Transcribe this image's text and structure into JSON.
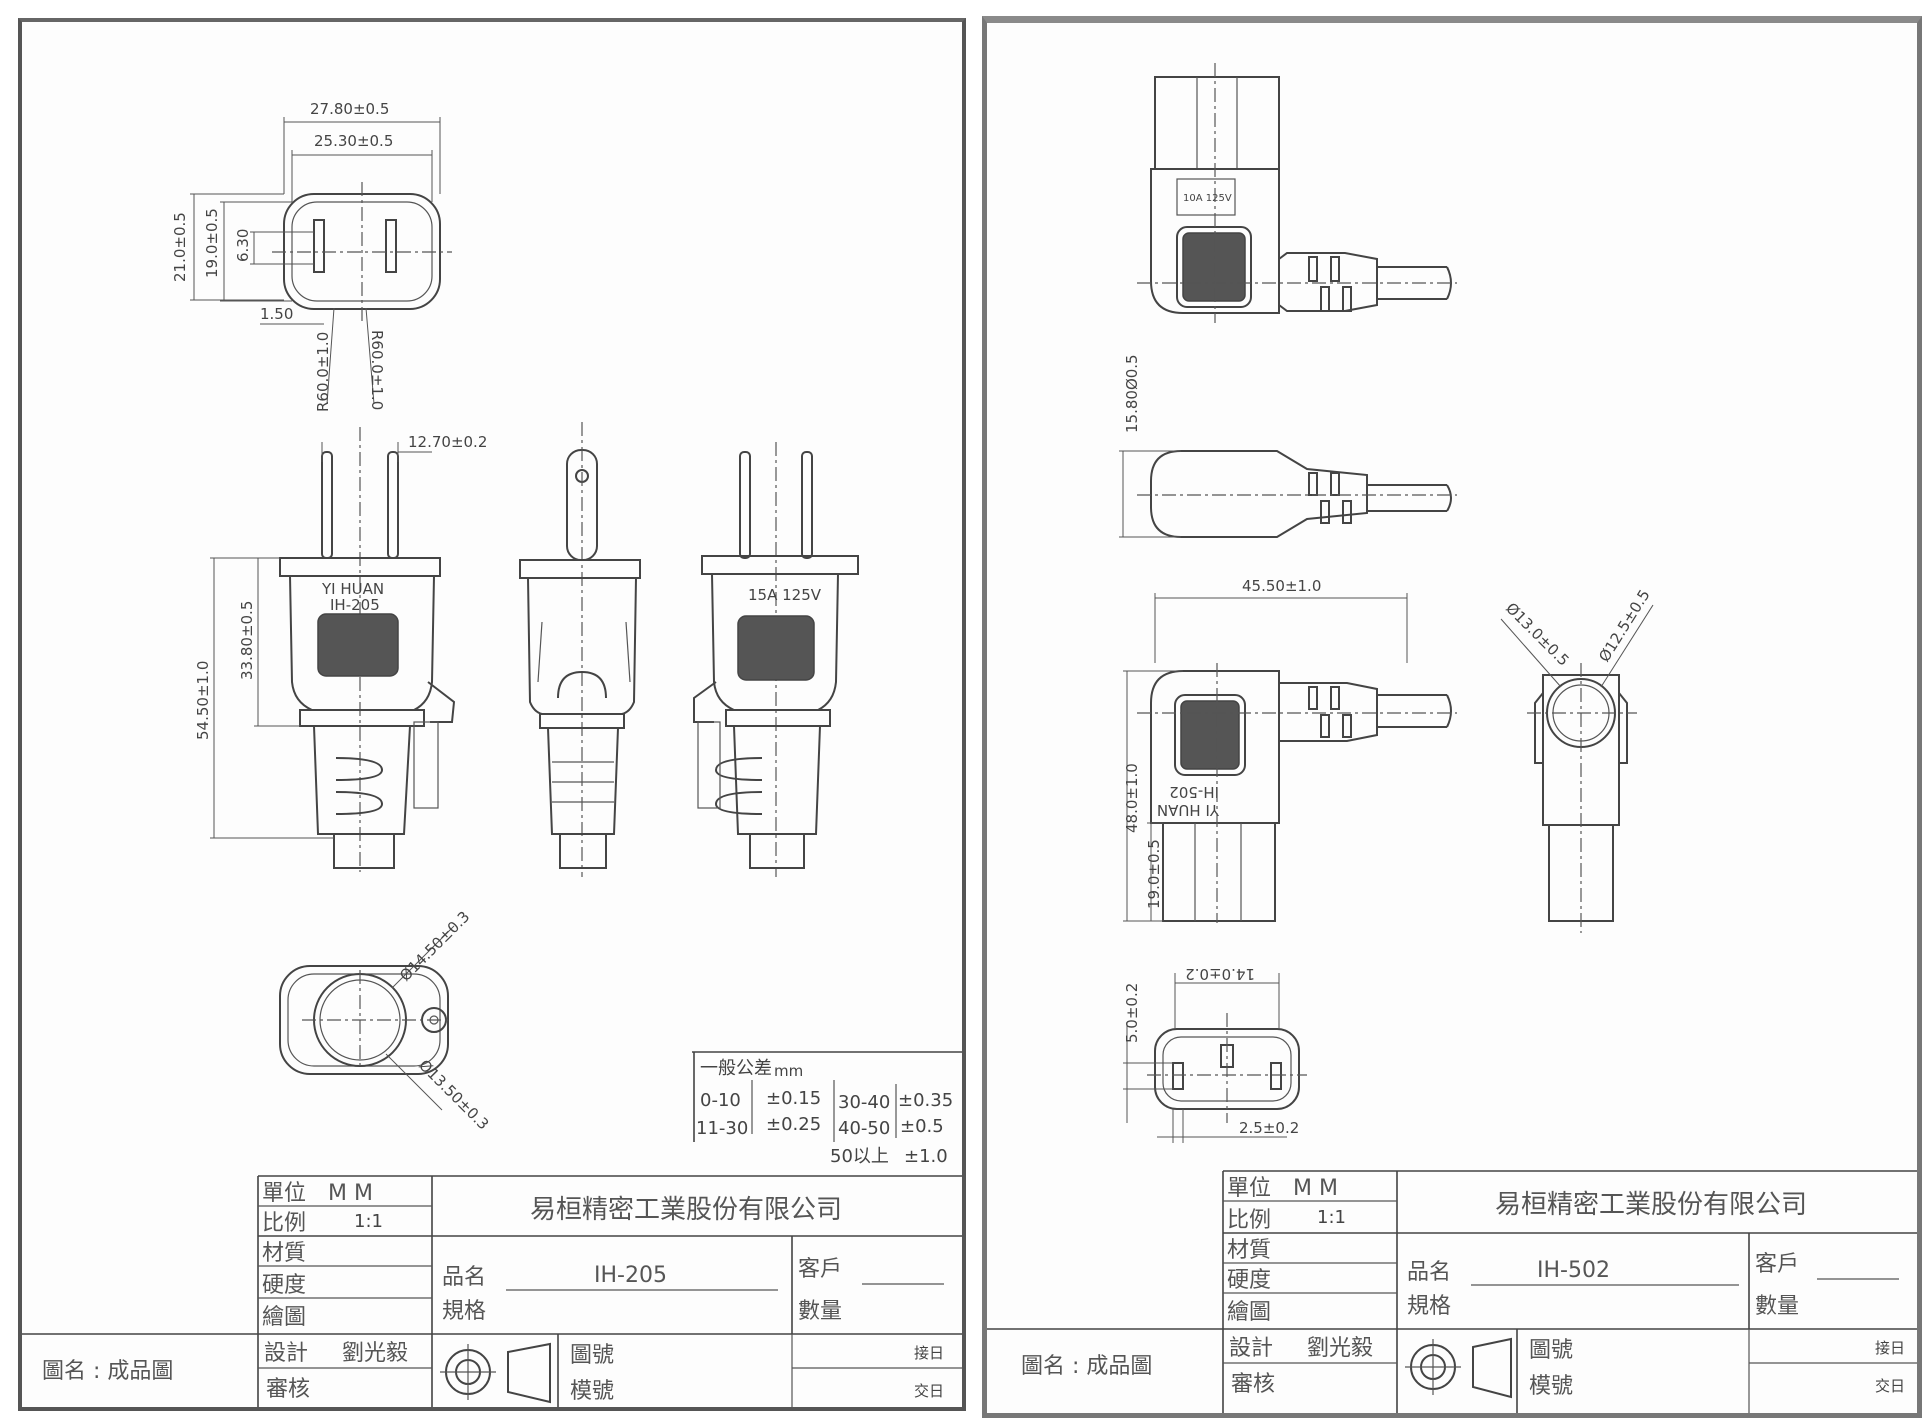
{
  "left": {
    "dims": {
      "overall_width": "27.80±0.5",
      "inner_width": "25.30±0.5",
      "overall_height": "21.0±0.5",
      "inner_height": "19.0±0.5",
      "blade_spacing": "6.30",
      "blade_thickness": "1.50",
      "radius_left": "R60.0±1.0",
      "radius_right": "R60.0±1.0",
      "pin_pitch": "12.70±0.2",
      "total_length": "54.50±1.0",
      "body_length": "33.80±0.5",
      "dia_outer": "Ø14.50±0.3",
      "dia_inner": "Ø13.50±0.3"
    },
    "marking": {
      "brand": "YI HUAN",
      "model": "IH-205",
      "rating": "15A 125V"
    },
    "tolerance": {
      "title": "一般公差",
      "unit": "mm",
      "r1": "0-10",
      "t1": "±0.15",
      "r2": "11-30",
      "t2": "±0.25",
      "r3": "30-40",
      "t3": "±0.35",
      "r4": "40-50",
      "t4": "±0.5",
      "r5": "50以上",
      "t5": "±1.0"
    },
    "titleblock": {
      "unit_label": "單位",
      "unit_value": "M M",
      "scale_label": "比例",
      "scale_value": "1:1",
      "material_label": "材質",
      "hardness_label": "硬度",
      "drawn_label": "繪圖",
      "design_label": "設計",
      "designer": "劉光毅",
      "review_label": "審核",
      "company": "易桓精密工業股份有限公司",
      "part_label": "品名",
      "part_value": "IH-205",
      "spec_label": "規格",
      "customer_label": "客戶",
      "qty_label": "數量",
      "drawing_no_label": "圖號",
      "mold_no_label": "模號",
      "receive_label": "接日",
      "deliver_label": "交日",
      "drawing_name": "圖名 : 成品圖"
    }
  },
  "right": {
    "dims": {
      "height_a": "15.80Ø0.5",
      "length": "45.50±1.0",
      "dia_a": "Ø13.0±0.5",
      "dia_b": "Ø12.5±0.5",
      "height_total": "48.0±1.0",
      "height_lower": "19.0±0.5",
      "socket_width": "14.0±0.2",
      "socket_height": "5.0±0.2",
      "slot_width": "2.5±0.2"
    },
    "marking": {
      "rating": "10A 125V",
      "brand": "YI HUAN",
      "model": "IH-502"
    },
    "titleblock": {
      "unit_label": "單位",
      "unit_value": "M M",
      "scale_label": "比例",
      "scale_value": "1:1",
      "material_label": "材質",
      "hardness_label": "硬度",
      "drawn_label": "繪圖",
      "design_label": "設計",
      "designer": "劉光毅",
      "review_label": "審核",
      "company": "易桓精密工業股份有限公司",
      "part_label": "品名",
      "part_value": "IH-502",
      "spec_label": "規格",
      "customer_label": "客戶",
      "qty_label": "數量",
      "drawing_no_label": "圖號",
      "mold_no_label": "模號",
      "receive_label": "接日",
      "deliver_label": "交日",
      "drawing_name": "圖名 : 成品圖"
    }
  }
}
